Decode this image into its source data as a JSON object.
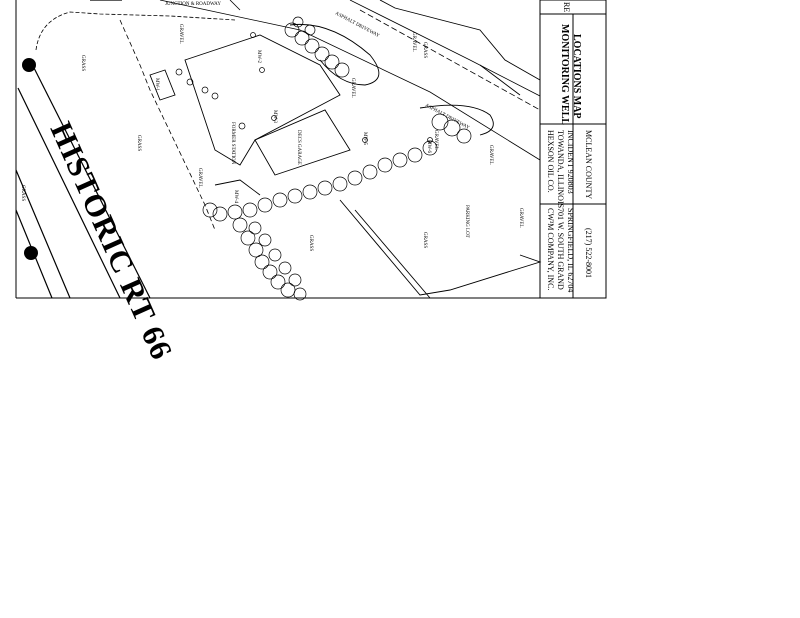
{
  "map": {
    "road_name": "HISTORIC RT 66",
    "top_label": "JUNCTION & ROADWAY",
    "labels": {
      "grass_1": "GRASS",
      "grass_2": "GRASS",
      "grass_3": "GRASS",
      "grass_4": "GRASS",
      "gravel_1": "GRAVEL",
      "gravel_2": "GRAVEL",
      "gravel_3": "GRAVEL",
      "gravel_4": "GRAVEL",
      "gravel_5": "GRAVEL",
      "gravel_6": "GRAVEL",
      "gravel_7": "GRAVEL",
      "grass_5": "GRASS",
      "grass_6": "GRASS",
      "asphalt_driveway_1": "ASPHALT DRIVEWAY",
      "asphalt_driveway_2": "ASPHALT DRIVEWAY",
      "parking_lot": "PARKING LOT",
      "building_1": "FORMER STATION",
      "building_2": "DECS GARAGE",
      "mw_1": "MW-1",
      "mw_2": "MW-2",
      "mw_3": "MW-3",
      "mw_4": "MW-4",
      "mw_5": "MW-5",
      "mw_6": "MW-6"
    }
  },
  "title_block": {
    "company": {
      "name": "CW³M COMPANY, INC.",
      "address": "701 W. SOUTH GRAND",
      "city": "SPRINGFIELD, IL 62704",
      "phone": "(217) 522-8001"
    },
    "client": {
      "name": "HEXSON OIL CO.",
      "location": "TOWANDA, ILLINOIS",
      "incident": "INCIDENT 920803",
      "county": "MCLEAN COUNTY"
    },
    "drawing_title_1": "MONITORING WELL",
    "drawing_title_2": "LOCATIONS MAP",
    "corner": "RE"
  }
}
